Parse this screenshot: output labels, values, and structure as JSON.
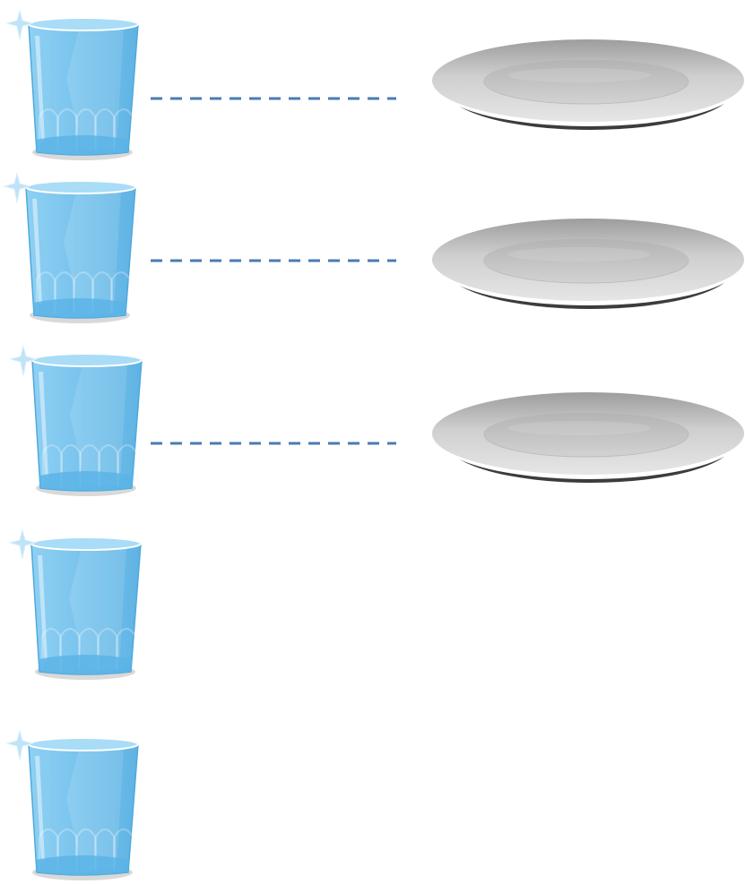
{
  "rows": [
    {
      "cup": "glass-cup",
      "plate": "plate",
      "connected": true
    },
    {
      "cup": "glass-cup",
      "plate": "plate",
      "connected": true
    },
    {
      "cup": "glass-cup",
      "plate": "plate",
      "connected": true
    },
    {
      "cup": "glass-cup",
      "plate": null,
      "connected": false
    },
    {
      "cup": "glass-cup",
      "plate": null,
      "connected": false
    }
  ],
  "summary": {
    "cup_count": 5,
    "plate_count": 3
  },
  "colors": {
    "glass_body": "#7cc6ee",
    "glass_edge": "#4fa9dc",
    "glass_rim": "#a9dcf6",
    "glass_water": "#5ab4e6",
    "sparkle": "#bfe3f7",
    "shadow": "#d9d9d9",
    "plate_rim": "#b9b9b9",
    "plate_center": "#c7c7c7",
    "plate_bottom": "#3c3c3c",
    "dash_line": "#4a7bb5"
  },
  "icons": {
    "cup": "glass-cup-icon",
    "plate": "plate-icon",
    "sparkle": "sparkle-icon"
  }
}
